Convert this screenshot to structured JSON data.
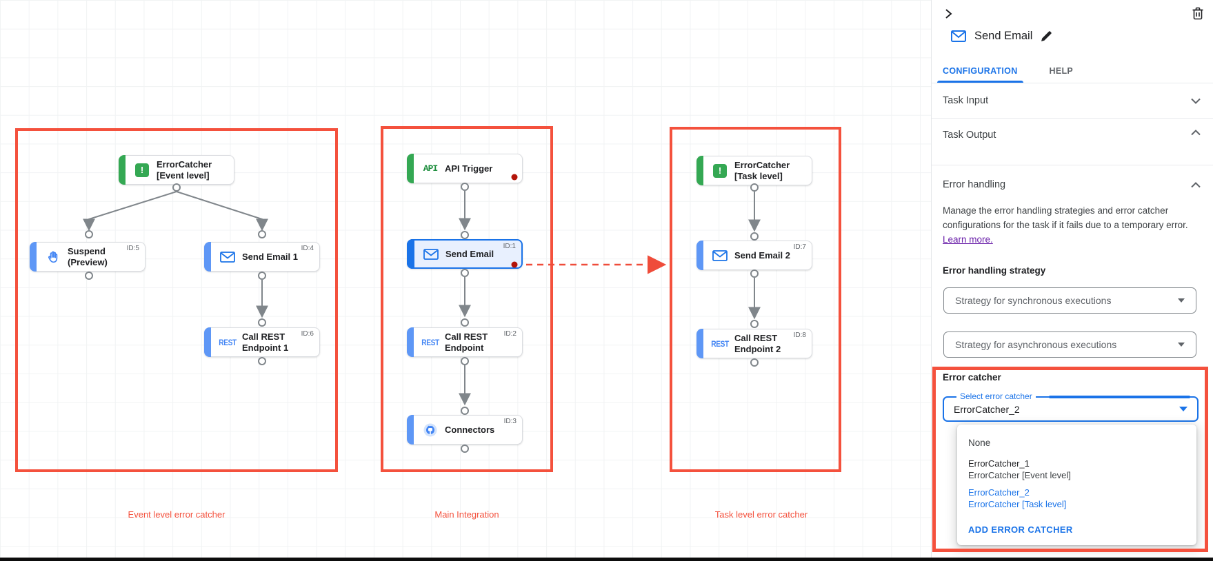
{
  "colors": {
    "annotation_red": "#f4513d",
    "accent_blue": "#1a73e8",
    "green": "#34a853",
    "selected_node_bg": "#e8f0fe"
  },
  "canvas": {
    "groups": [
      {
        "label": "Event level error catcher"
      },
      {
        "label": "Main Integration"
      },
      {
        "label": "Task level error catcher"
      }
    ],
    "nodes": [
      {
        "icon_text": "!",
        "line1": "ErrorCatcher",
        "line2": "[Event level]",
        "id": ""
      },
      {
        "line1": "Suspend",
        "line2": "(Preview)",
        "id": "ID:5"
      },
      {
        "line1": "Send Email 1",
        "line2": "",
        "id": "ID:4"
      },
      {
        "icon_text": "REST",
        "line1": "Call REST",
        "line2": "Endpoint 1",
        "id": "ID:6"
      },
      {
        "icon_text": "API",
        "line1": "API Trigger",
        "line2": "",
        "id": ""
      },
      {
        "line1": "Send Email",
        "line2": "",
        "id": "ID:1"
      },
      {
        "icon_text": "REST",
        "line1": "Call REST",
        "line2": "Endpoint",
        "id": "ID:2"
      },
      {
        "line1": "Connectors",
        "line2": "",
        "id": "ID:3"
      },
      {
        "icon_text": "!",
        "line1": "ErrorCatcher",
        "line2": "[Task level]",
        "id": ""
      },
      {
        "line1": "Send Email 2",
        "line2": "",
        "id": "ID:7"
      },
      {
        "icon_text": "REST",
        "line1": "Call REST",
        "line2": "Endpoint 2",
        "id": "ID:8"
      }
    ]
  },
  "panel": {
    "title": "Send Email",
    "tabs": {
      "configuration": "CONFIGURATION",
      "help": "HELP"
    },
    "sections": {
      "task_input": "Task Input",
      "task_output": "Task Output",
      "error_handling": "Error handling"
    },
    "error_handling": {
      "description": "Manage the error handling strategies and error catcher configurations for the task if it fails due to a temporary error. ",
      "learn_more": "Learn more.",
      "strategy_label": "Error handling strategy",
      "sync_placeholder": "Strategy for synchronous executions",
      "async_placeholder": "Strategy for asynchronous executions",
      "error_catcher_label": "Error catcher",
      "select_label": "Select error catcher",
      "select_value": "ErrorCatcher_2",
      "menu": {
        "none_label": "None",
        "items": [
          {
            "name": "ErrorCatcher_1",
            "desc": "ErrorCatcher [Event level]"
          },
          {
            "name": "ErrorCatcher_2",
            "desc": "ErrorCatcher [Task level]"
          }
        ],
        "add_button": "ADD ERROR CATCHER"
      }
    }
  }
}
